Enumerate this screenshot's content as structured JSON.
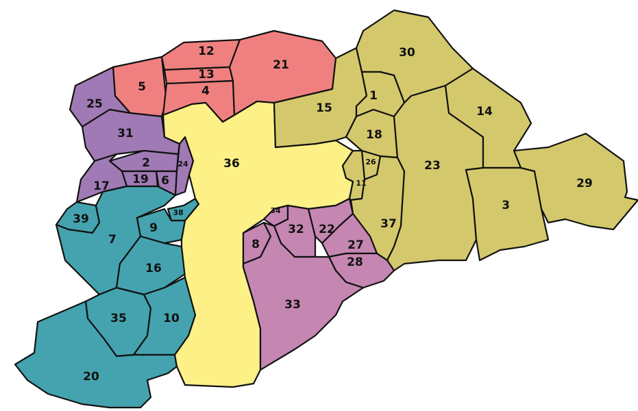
{
  "map": {
    "colors": {
      "red": "#f08080",
      "purple": "#a07ab5",
      "teal": "#44a3ae",
      "yellow": "#fcf087",
      "olive": "#d4c86c",
      "pink": "#c586b2"
    },
    "regions": [
      {
        "id": "1",
        "group": "olive"
      },
      {
        "id": "2",
        "group": "purple"
      },
      {
        "id": "3",
        "group": "olive"
      },
      {
        "id": "4",
        "group": "red"
      },
      {
        "id": "5",
        "group": "red"
      },
      {
        "id": "6",
        "group": "purple"
      },
      {
        "id": "7",
        "group": "teal"
      },
      {
        "id": "8",
        "group": "pink"
      },
      {
        "id": "9",
        "group": "teal"
      },
      {
        "id": "10",
        "group": "teal"
      },
      {
        "id": "11",
        "group": "olive"
      },
      {
        "id": "12",
        "group": "red"
      },
      {
        "id": "13",
        "group": "red"
      },
      {
        "id": "14",
        "group": "olive"
      },
      {
        "id": "15",
        "group": "olive"
      },
      {
        "id": "16",
        "group": "teal"
      },
      {
        "id": "17",
        "group": "purple"
      },
      {
        "id": "18",
        "group": "olive"
      },
      {
        "id": "19",
        "group": "purple"
      },
      {
        "id": "20",
        "group": "teal"
      },
      {
        "id": "21",
        "group": "red"
      },
      {
        "id": "22",
        "group": "pink"
      },
      {
        "id": "23",
        "group": "olive"
      },
      {
        "id": "24",
        "group": "purple"
      },
      {
        "id": "25",
        "group": "purple"
      },
      {
        "id": "26",
        "group": "olive"
      },
      {
        "id": "27",
        "group": "pink"
      },
      {
        "id": "28",
        "group": "pink"
      },
      {
        "id": "29",
        "group": "olive"
      },
      {
        "id": "30",
        "group": "olive"
      },
      {
        "id": "31",
        "group": "purple"
      },
      {
        "id": "32",
        "group": "pink"
      },
      {
        "id": "33",
        "group": "pink"
      },
      {
        "id": "34",
        "group": "pink"
      },
      {
        "id": "35",
        "group": "teal"
      },
      {
        "id": "36",
        "group": "yellow"
      },
      {
        "id": "37",
        "group": "olive"
      },
      {
        "id": "38",
        "group": "teal"
      },
      {
        "id": "39",
        "group": "teal"
      }
    ]
  }
}
